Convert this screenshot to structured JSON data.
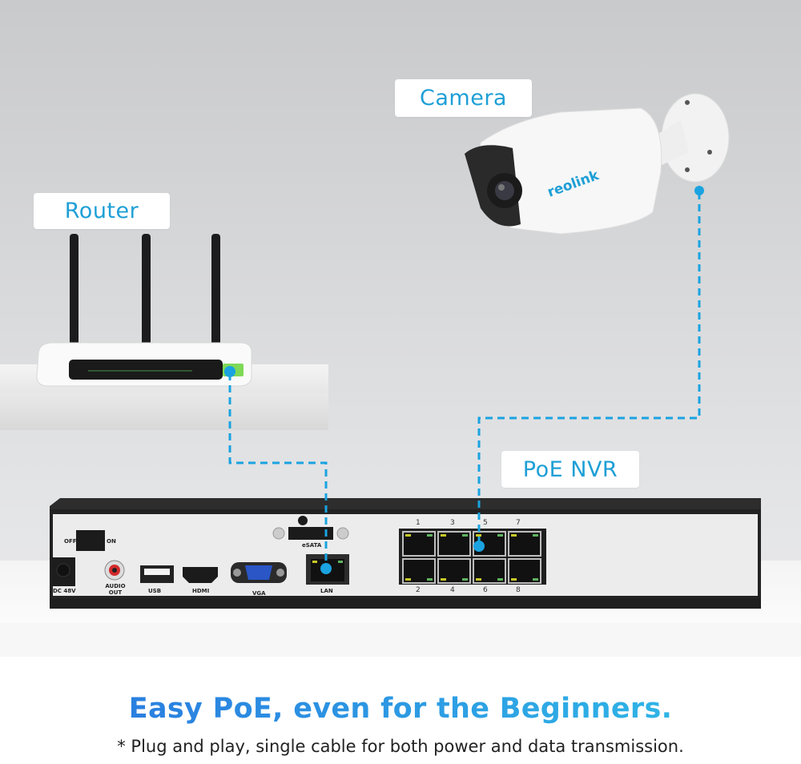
{
  "labels": {
    "camera": "Camera",
    "router": "Router",
    "nvr": "PoE NVR"
  },
  "camera": {
    "brand": "reolink"
  },
  "nvr_panel": {
    "switch_off": "OFF",
    "switch_on": "ON",
    "dc": "DC 48V",
    "audio_line1": "AUDIO",
    "audio_line2": "OUT",
    "usb": "USB",
    "hdmi": "HDMI",
    "vga": "VGA",
    "esata": "eSATA",
    "lan": "LAN",
    "poe_ports_top": [
      "1",
      "3",
      "5",
      "7"
    ],
    "poe_ports_bottom": [
      "2",
      "4",
      "6",
      "8"
    ]
  },
  "footer": {
    "headline": "Easy PoE, even for the Beginners.",
    "note": "* Plug and play, single cable for both power and data transmission."
  },
  "colors": {
    "accent": "#1e9fd6",
    "cable": "#1aa3e0",
    "router_port": "#7ed957"
  }
}
